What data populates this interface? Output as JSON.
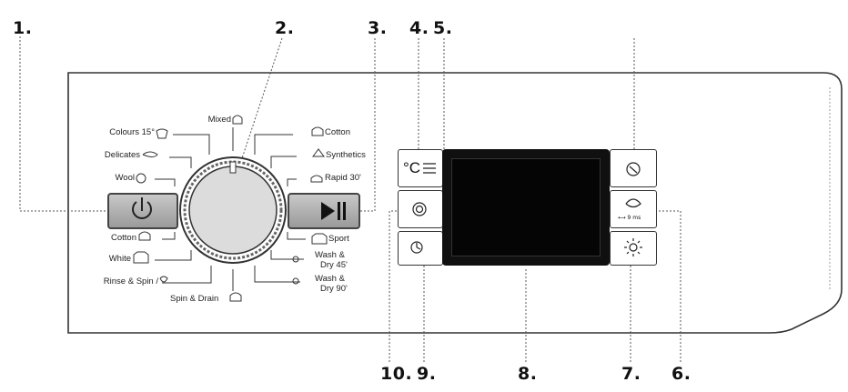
{
  "callouts": {
    "c1": "1.",
    "c2": "2.",
    "c3": "3.",
    "c4": "4.",
    "c5": "5.",
    "c6": "6.",
    "c7": "7.",
    "c8": "8.",
    "c9": "9.",
    "c10": "10."
  },
  "programs_left": {
    "colours": "Colours 15°",
    "delicates": "Delicates",
    "wool": "Wool",
    "cotton_eco": "Cotton",
    "white": "White",
    "rinse_spin": "Rinse & Spin /"
  },
  "programs_top": {
    "mixed": "Mixed"
  },
  "programs_right": {
    "cotton": "Cotton",
    "synthetics": "Synthetics",
    "rapid": "Rapid 30'",
    "sport": "Sport",
    "wash_dry_45_a": "Wash &",
    "wash_dry_45_b": "Dry 45'",
    "wash_dry_90_a": "Wash &",
    "wash_dry_90_b": "Dry 90'"
  },
  "programs_bottom": {
    "spin_drain": "Spin & Drain"
  },
  "buttons": {
    "temp_symbol": "°C",
    "timer_small": "⟷ 9 ms"
  },
  "colors": {
    "line": "#333333",
    "screen": "#101010",
    "power_fill": "#aaaaaa"
  }
}
